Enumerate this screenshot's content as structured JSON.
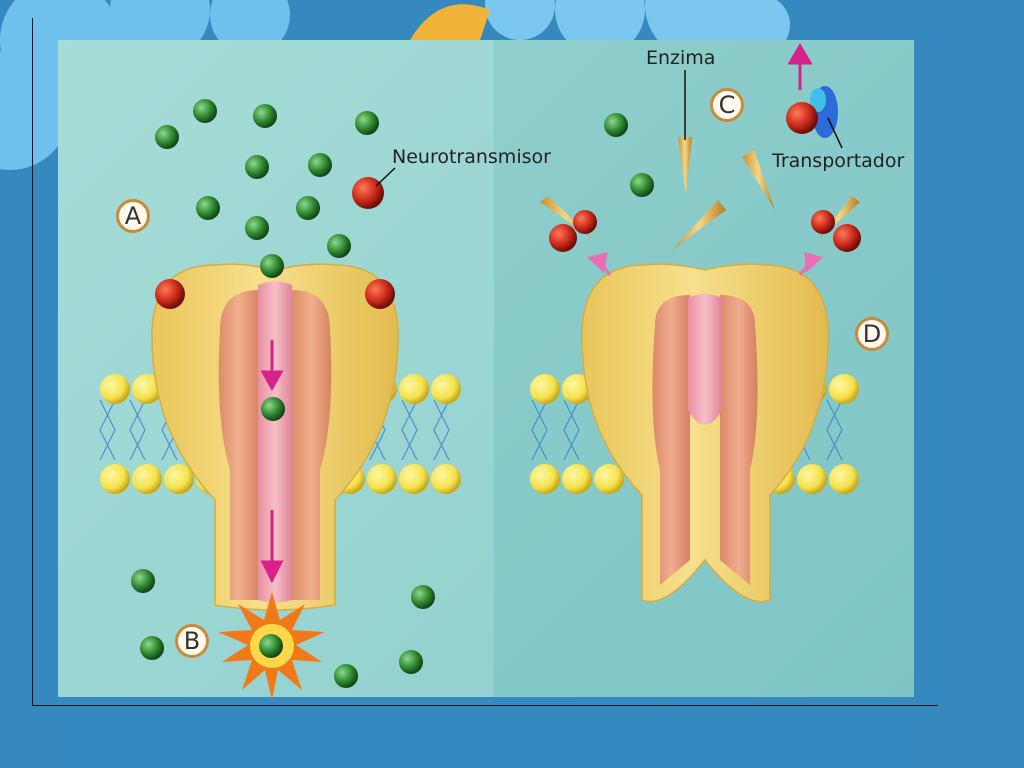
{
  "labels": {
    "neurotransmitter": "Neurotransmisor",
    "enzyme": "Enzima",
    "transporter": "Transportador"
  },
  "badges": {
    "a": "A",
    "b": "B",
    "c": "C",
    "d": "D"
  },
  "colors": {
    "slide_background": "#3a8fc4",
    "panel_left": "#a7dcd8",
    "panel_right": "#8fcfcc",
    "receptor": "#f2d77a",
    "channel": "#e58f7a",
    "neurotransmitter_green": "#2f8a2f",
    "ligand_red": "#cc2a1a",
    "arrow_magenta": "#d8218a",
    "badge_border": "#c98a3a",
    "membrane_head": "#f5e24a"
  }
}
